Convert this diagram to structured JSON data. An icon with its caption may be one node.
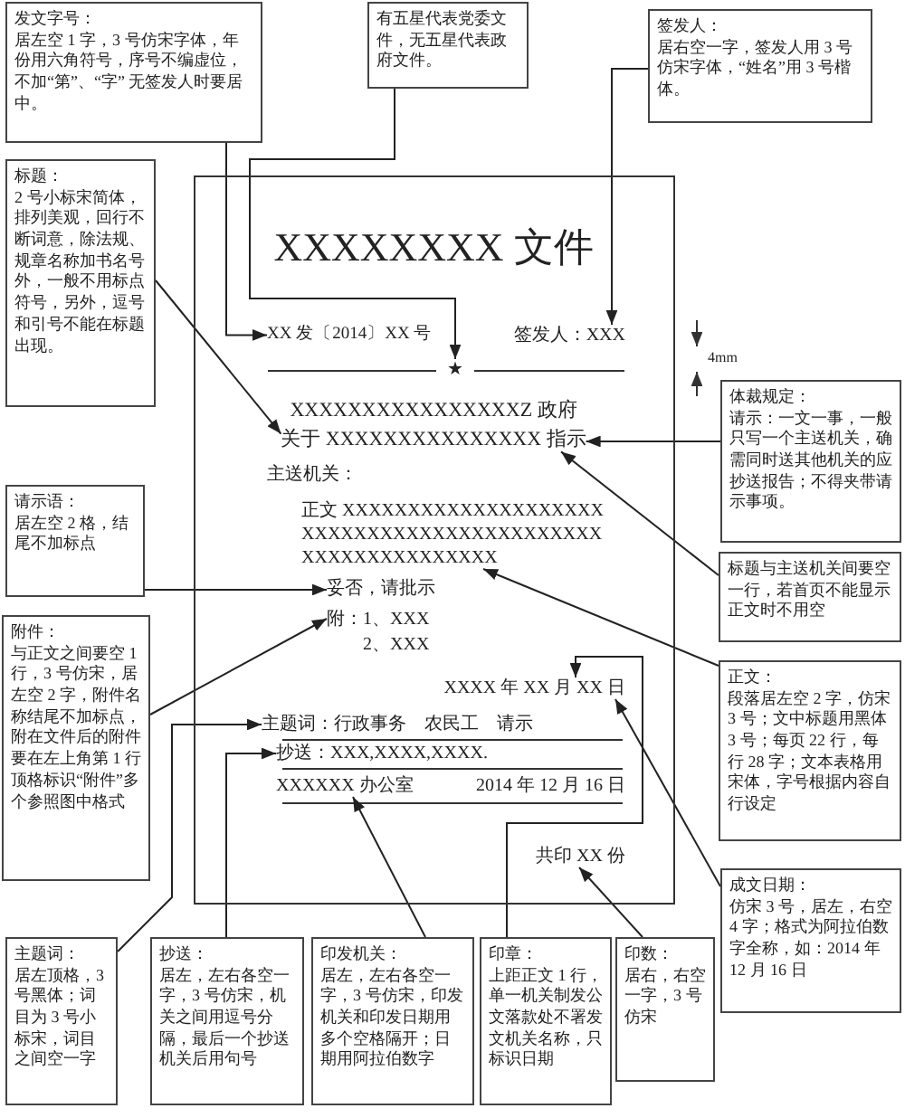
{
  "diagram": {
    "nodes": [
      {
        "text": [
          "发文字号：",
          "居左空 1 字，3 号仿宋字体，年份用六角符号，序号不编虚位，不加“第”、“字” 无签发人时要居中。"
        ]
      },
      {
        "text": [
          "有五星代表党委文件，无五星代表政府文件。"
        ]
      },
      {
        "text": [
          "签发人：",
          "居右空一字，签发人用 3 号仿宋字体，“姓名”用 3 号楷体。"
        ]
      },
      {
        "text": [
          "标题：",
          "2 号小标宋简体，排列美观，回行不断词意，除法规、规章名称加书名号外，一般不用标点符号，另外，逗号和引号不能在标题出现。"
        ]
      },
      {
        "text": [
          "XXXXXXXX 文件",
          "XXXXXXXXXXXXXXXXZ 政府",
          "主送机关：",
          "2014 年 12 月 16 日"
        ]
      },
      {
        "text": [
          "XX 发〔2014〕XX 号"
        ],
        "in": 4
      },
      {
        "text": [
          "签发人：XXX"
        ],
        "in": 4
      },
      {
        "text": [
          "★"
        ],
        "in": 4
      },
      {
        "text": [
          "关于 XXXXXXXXXXXXXXX 指示"
        ],
        "in": 4
      },
      {
        "text": [
          "正文 XXXXXXXXXXXXXXXXXXXX XXXXXXXXXXXXXXXXXXXXXXX XXXXXXXXXXXXXXX"
        ],
        "in": 4
      },
      {
        "text": [
          "妥否，请批示"
        ],
        "in": 4
      },
      {
        "text": [
          "附：1、XXX",
          "2、XXX"
        ],
        "in": 4
      },
      {
        "text": [
          "XXXX 年 XX 月 XX 日"
        ],
        "in": 4
      },
      {
        "text": [
          "主题词：行政事务　农民工　请示"
        ],
        "in": 4
      },
      {
        "text": [
          "抄送：XXX,XXXX,XXXX."
        ],
        "in": 4
      },
      {
        "text": [
          "XXXXXX 办公室"
        ],
        "in": 4
      },
      {
        "text": [
          "共印 XX 份"
        ],
        "in": 4
      },
      {
        "text": [
          "体裁规定：",
          "请示：一文一事，一般只写一个主送机关，确需同时送其他机关的应抄送报告；不得夹带请示事项。"
        ]
      },
      {
        "text": [
          "请示语：",
          "居左空 2 格，结尾不加标点"
        ]
      },
      {
        "text": [
          "标题与主送机关间要空一行，若首页不能显示正文时不用空"
        ]
      },
      {
        "text": [
          "附件：",
          "与正文之间要空 1 行，3 号仿宋，居左空 2 字，附件名称结尾不加标点，附在文件后的附件要在左上角第 1 行顶格标识“附件”多个参照图中格式"
        ]
      },
      {
        "text": [
          "正文：",
          "段落居左空 2 字，仿宋 3 号；文中标题用黑体 3 号；每页 22 行，每行 28 字；文本表格用宋体，字号根据内容自行设定"
        ]
      },
      {
        "text": [
          "成文日期：",
          "仿宋 3 号，居左，右空 4 字；格式为阿拉伯数字全称，如：2014 年 12 月 16 日"
        ]
      },
      {
        "text": [
          "主题词：",
          "居左顶格，3 号黑体；词目为 3 号小标宋，词目之间空一字"
        ]
      },
      {
        "text": [
          "抄送：",
          "居左，左右各空一字，3 号仿宋，机关之间用逗号分隔，最后一个抄送机关后用句号"
        ]
      },
      {
        "text": [
          "印发机关：",
          "居左，左右各空一字，3 号仿宋，印发机关和印发日期用多个空格隔开；日期用阿拉伯数字"
        ]
      },
      {
        "text": [
          "印章：",
          "上距正文 1 行，单一机关制发公文落款处不署发文机关名称，只标识日期"
        ]
      },
      {
        "text": [
          "印数：",
          "居右，右空一字，3 号仿宋"
        ]
      }
    ],
    "edges": [
      {
        "from": 0,
        "to": 5,
        "arrow": "to"
      },
      {
        "from": 1,
        "to": 7,
        "arrow": "to"
      },
      {
        "from": 2,
        "to": 6,
        "arrow": "to"
      },
      {
        "from": 3,
        "to": 8,
        "arrow": "to"
      },
      {
        "from": 17,
        "to": 8,
        "arrow": "to"
      },
      {
        "from": 19,
        "to": 8,
        "arrow": "to"
      },
      {
        "from": 21,
        "to": 9,
        "arrow": "to"
      },
      {
        "from": 18,
        "to": 10,
        "arrow": "to"
      },
      {
        "from": 20,
        "to": 11,
        "arrow": "to"
      },
      {
        "from": 22,
        "to": 12,
        "arrow": "to"
      },
      {
        "from": 23,
        "to": 13,
        "arrow": "to"
      },
      {
        "from": 24,
        "to": 14,
        "arrow": "to"
      },
      {
        "from": 25,
        "to": 15,
        "arrow": "to"
      },
      {
        "from": 26,
        "to": 12,
        "arrow": "to"
      },
      {
        "from": 27,
        "to": 16,
        "arrow": "to"
      }
    ],
    "labels": [
      "4mm"
    ]
  }
}
